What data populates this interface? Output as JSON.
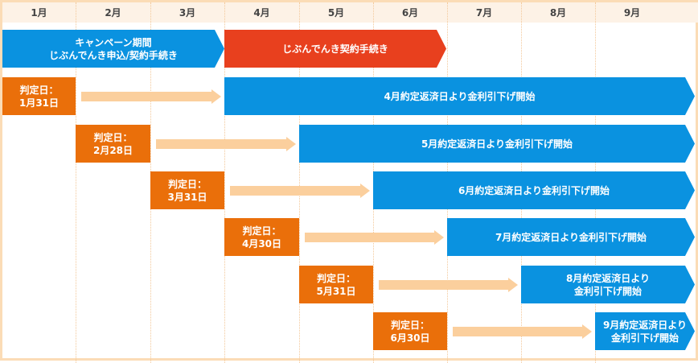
{
  "months": [
    "1月",
    "2月",
    "3月",
    "4月",
    "5月",
    "6月",
    "7月",
    "8月",
    "9月"
  ],
  "campaign": {
    "label": "キャンペーン期間\nじぶんでんき申込/契約手続き"
  },
  "contract": {
    "label": "じぶんでんき契約手続き"
  },
  "rows": [
    {
      "judgment": "判定日：\n1月31日",
      "result": "4月約定返済日より金利引下げ開始"
    },
    {
      "judgment": "判定日：\n2月28日",
      "result": "5月約定返済日より金利引下げ開始"
    },
    {
      "judgment": "判定日：\n3月31日",
      "result": "6月約定返済日より金利引下げ開始"
    },
    {
      "judgment": "判定日：\n4月30日",
      "result": "7月約定返済日より金利引下げ開始"
    },
    {
      "judgment": "判定日：\n5月31日",
      "result": "8月約定返済日より\n金利引下げ開始"
    },
    {
      "judgment": "判定日：\n6月30日",
      "result": "9月約定返済日より\n金利引下げ開始"
    }
  ]
}
